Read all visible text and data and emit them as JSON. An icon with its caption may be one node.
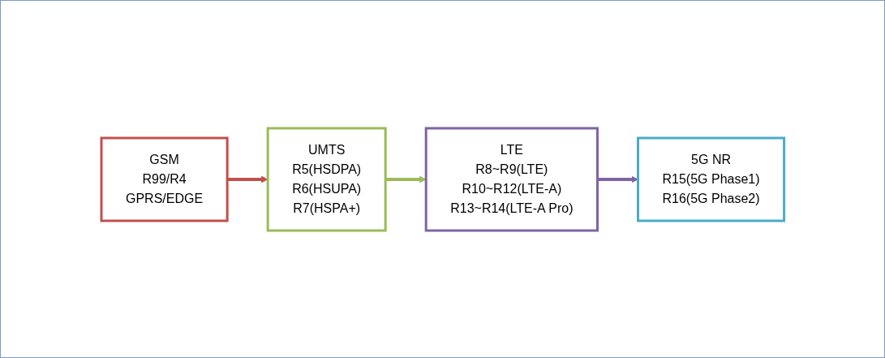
{
  "diagram": {
    "nodes": [
      {
        "text": [
          "GSM",
          "R99/R4",
          "GPRS/EDGE"
        ]
      },
      {
        "text": [
          "UMTS",
          "R5(HSDPA)",
          "R6(HSUPA)",
          "R7(HSPA+)"
        ]
      },
      {
        "text": [
          "LTE",
          "R8~R9(LTE)",
          "R10~R12(LTE-A)",
          "R13~R14(LTE-A Pro)"
        ]
      },
      {
        "text": [
          "5G NR",
          "R15(5G Phase1)",
          "R16(5G Phase2)"
        ]
      }
    ],
    "edges": [
      {
        "from": 0,
        "to": 1,
        "arrow": "to",
        "color": "#c0504d"
      },
      {
        "from": 1,
        "to": 2,
        "arrow": "to",
        "color": "#9bbb59"
      },
      {
        "from": 2,
        "to": 3,
        "arrow": "to",
        "color": "#8064a2"
      }
    ]
  }
}
